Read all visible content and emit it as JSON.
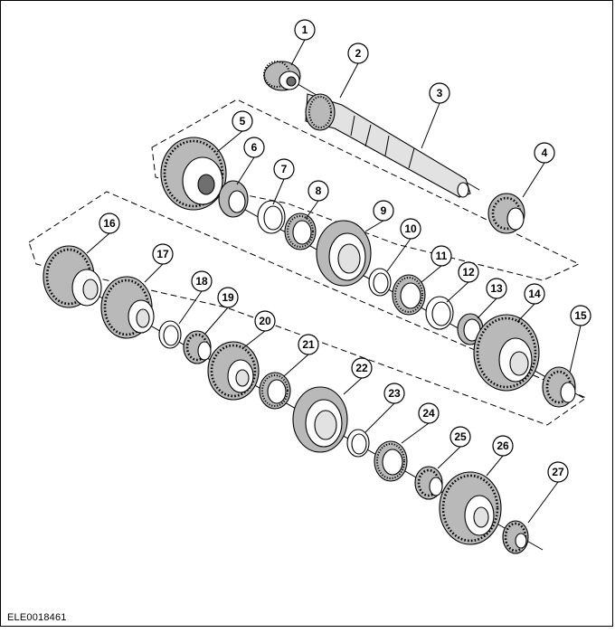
{
  "figure": {
    "reference_code": "ELE0018461",
    "callouts": [
      "1",
      "2",
      "3",
      "4",
      "5",
      "6",
      "7",
      "8",
      "9",
      "10",
      "11",
      "12",
      "13",
      "14",
      "15",
      "16",
      "17",
      "18",
      "19",
      "20",
      "21",
      "22",
      "23",
      "24",
      "25",
      "26",
      "27"
    ]
  }
}
